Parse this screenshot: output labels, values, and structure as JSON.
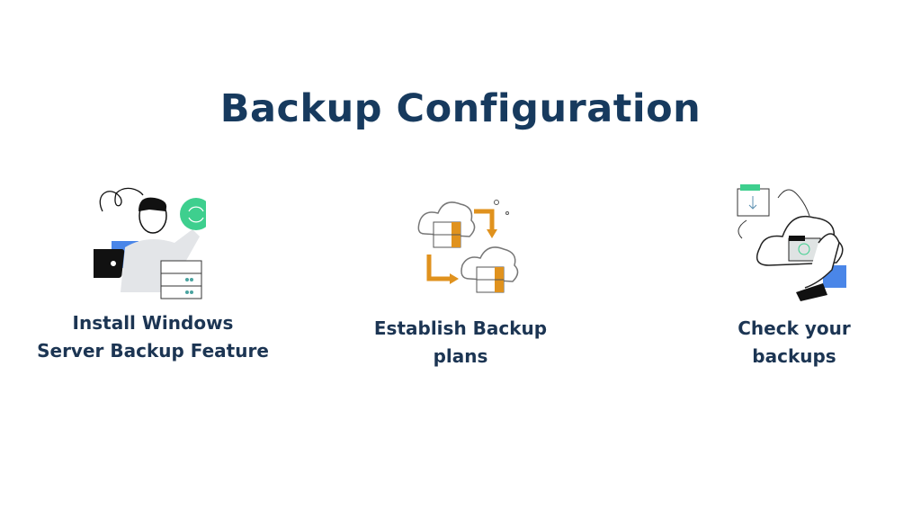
{
  "title": "Backup Configuration",
  "steps": [
    {
      "line1": "Install Windows",
      "line2": "Server Backup Feature",
      "icon": "person-laptop-server-sync-icon"
    },
    {
      "line1": "Establish Backup",
      "line2": "plans",
      "icon": "cloud-server-replication-icon"
    },
    {
      "line1": "Check your",
      "line2": "backups",
      "icon": "hand-cloud-folder-icon"
    }
  ],
  "colors": {
    "title": "#173a5e",
    "green": "#3ecf8e",
    "orange": "#e0921e",
    "blue": "#4a86e8"
  }
}
